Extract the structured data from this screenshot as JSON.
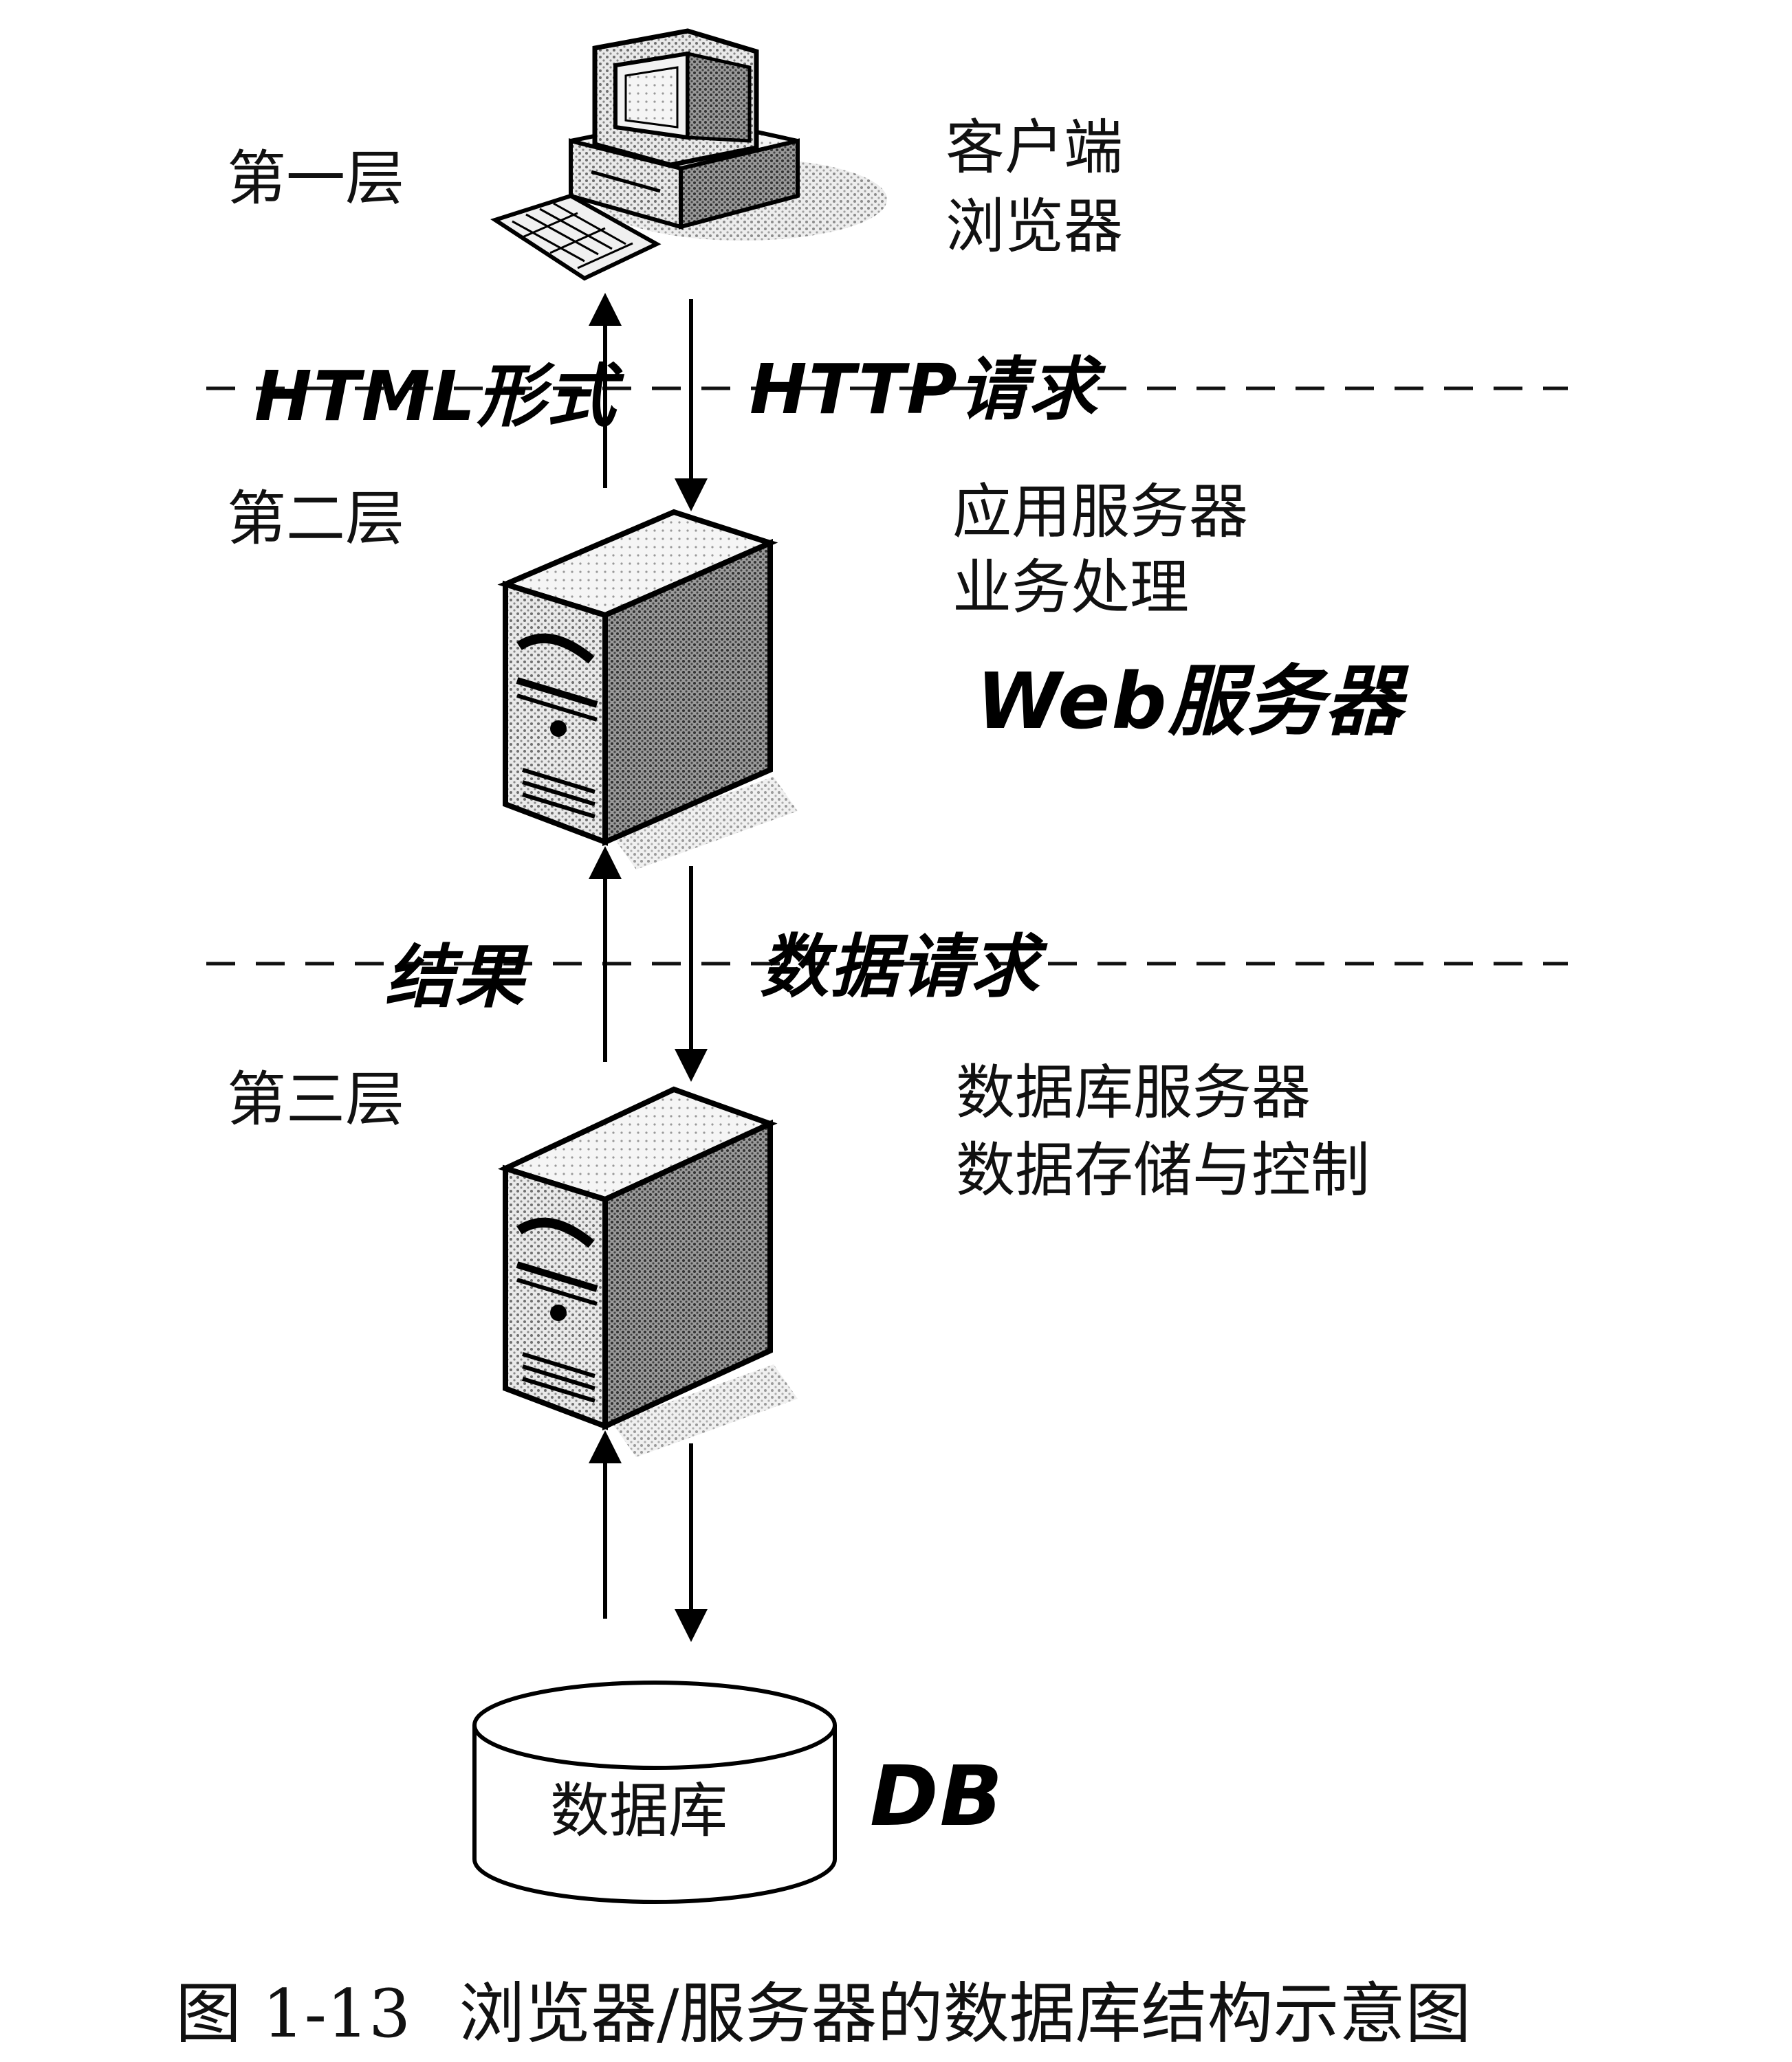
{
  "tiers": {
    "tier1_label": "第一层",
    "tier2_label": "第二层",
    "tier3_label": "第三层"
  },
  "client": {
    "line1": "客户端",
    "line2": "浏览器"
  },
  "app_server": {
    "line1": "应用服务器",
    "line2": "业务处理",
    "handwritten": "Web服务器"
  },
  "db_server": {
    "line1": "数据库服务器",
    "line2": "数据存储与控制"
  },
  "arrows": {
    "up1": "HTML形式",
    "down1": "HTTP请求",
    "up2": "结果",
    "down2": "数据请求"
  },
  "database": {
    "label": "数据库",
    "handwritten": "DB"
  },
  "caption": {
    "number": "图 1-13",
    "title": "浏览器/服务器的数据库结构示意图"
  }
}
